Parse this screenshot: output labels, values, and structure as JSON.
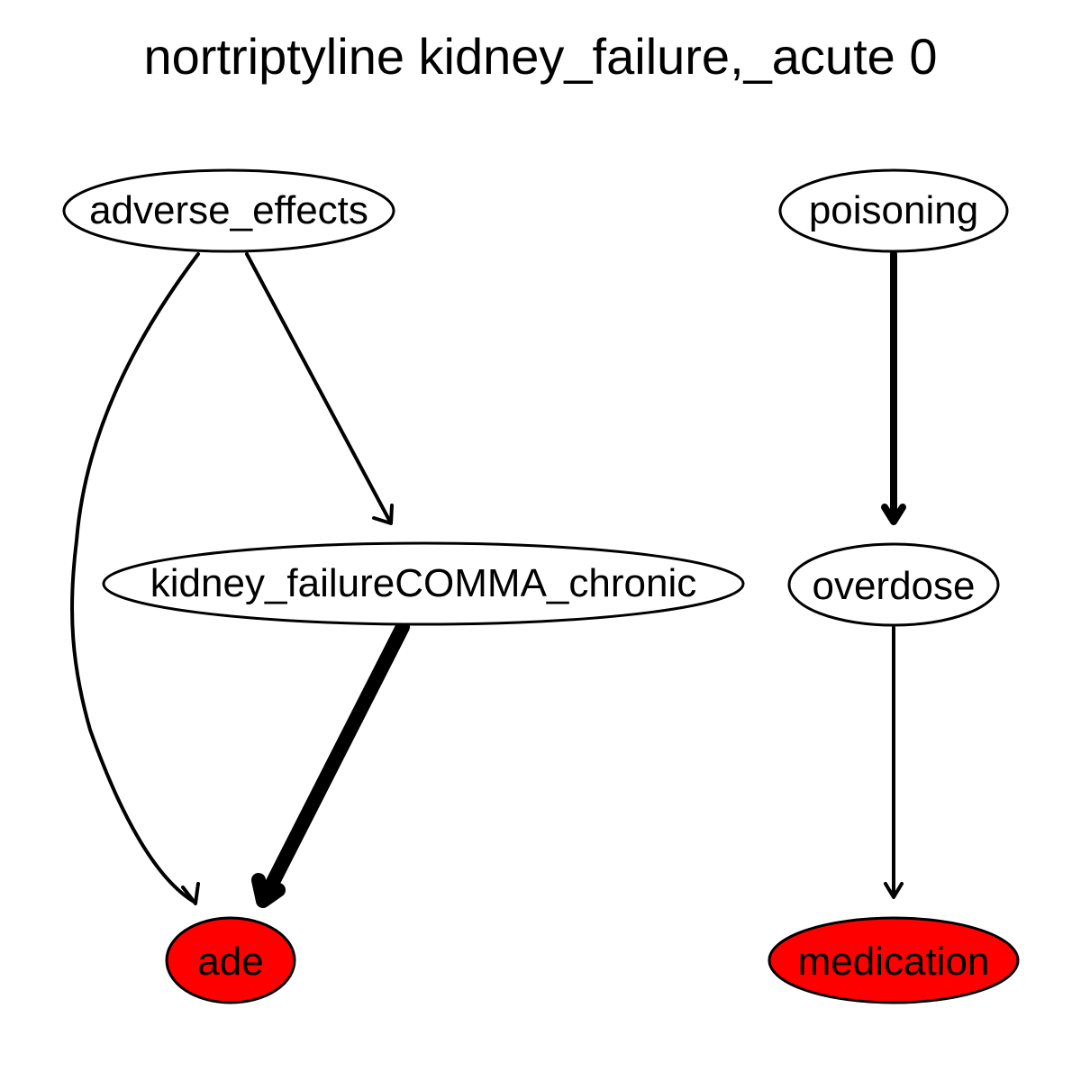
{
  "title": "nortriptyline kidney_failure,_acute 0",
  "colors": {
    "highlight": "#ff0000",
    "default_fill": "#ffffff",
    "stroke": "#000000"
  },
  "nodes": [
    {
      "id": "adverse_effects",
      "label": "adverse_effects",
      "highlighted": false
    },
    {
      "id": "poisoning",
      "label": "poisoning",
      "highlighted": false
    },
    {
      "id": "kidney_failure_chronic",
      "label": "kidney_failureCOMMA_chronic",
      "highlighted": false
    },
    {
      "id": "overdose",
      "label": "overdose",
      "highlighted": false
    },
    {
      "id": "ade",
      "label": "ade",
      "highlighted": true
    },
    {
      "id": "medication",
      "label": "medication",
      "highlighted": true
    }
  ],
  "edges": [
    {
      "from": "adverse_effects",
      "to": "ade",
      "weight": "thin"
    },
    {
      "from": "adverse_effects",
      "to": "kidney_failure_chronic",
      "weight": "thin"
    },
    {
      "from": "kidney_failure_chronic",
      "to": "ade",
      "weight": "heavy"
    },
    {
      "from": "poisoning",
      "to": "overdose",
      "weight": "medium"
    },
    {
      "from": "overdose",
      "to": "medication",
      "weight": "thin"
    }
  ]
}
